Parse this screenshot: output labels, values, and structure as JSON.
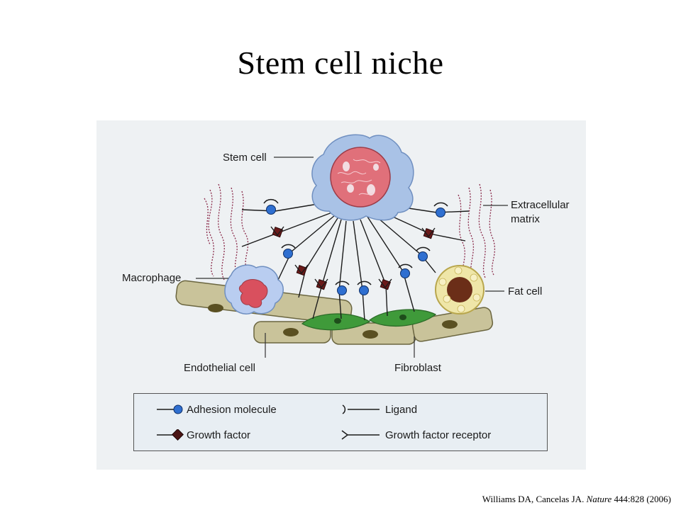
{
  "title": "Stem cell niche",
  "diagram": {
    "labels": {
      "stem_cell": "Stem cell",
      "extracellular_matrix_1": "Extracellular",
      "extracellular_matrix_2": "matrix",
      "macrophage": "Macrophage",
      "fat_cell": "Fat cell",
      "endothelial_cell": "Endothelial cell",
      "fibroblast": "Fibroblast"
    },
    "legend": {
      "adhesion_molecule": "Adhesion molecule",
      "ligand": "Ligand",
      "growth_factor": "Growth factor",
      "growth_factor_receptor": "Growth factor receptor"
    },
    "colors": {
      "stem_cell_membrane": "#a9c2e6",
      "nucleus": "#e0707a",
      "adhesion_molecule": "#2f6fd0",
      "growth_factor": "#6b1a1a",
      "endothelial": "#c9c39a",
      "fibroblast": "#3f9a3a",
      "fat_cell": "#efe6a8",
      "matrix": "#8a2a4a"
    }
  },
  "citation": {
    "authors": "Williams DA, Cancelas JA.",
    "journal": "Nature",
    "ref": "444:828 (2006)"
  }
}
